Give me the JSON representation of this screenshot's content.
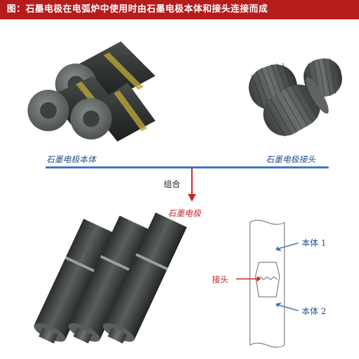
{
  "title": "图：石墨电极在电弧炉中使用时由石墨电极本体和接头连接而成",
  "labels": {
    "electrode_body": "石墨电极本体",
    "electrode_joint": "石墨电极接头",
    "combine": "组合",
    "electrode": "石墨电极"
  },
  "diagram": {
    "body1": "本体 1",
    "body2": "本体 2",
    "joint": "接头"
  },
  "colors": {
    "title_bg": "#b71c1c",
    "accent_blue": "#3b78c2",
    "accent_red": "#c62828"
  }
}
